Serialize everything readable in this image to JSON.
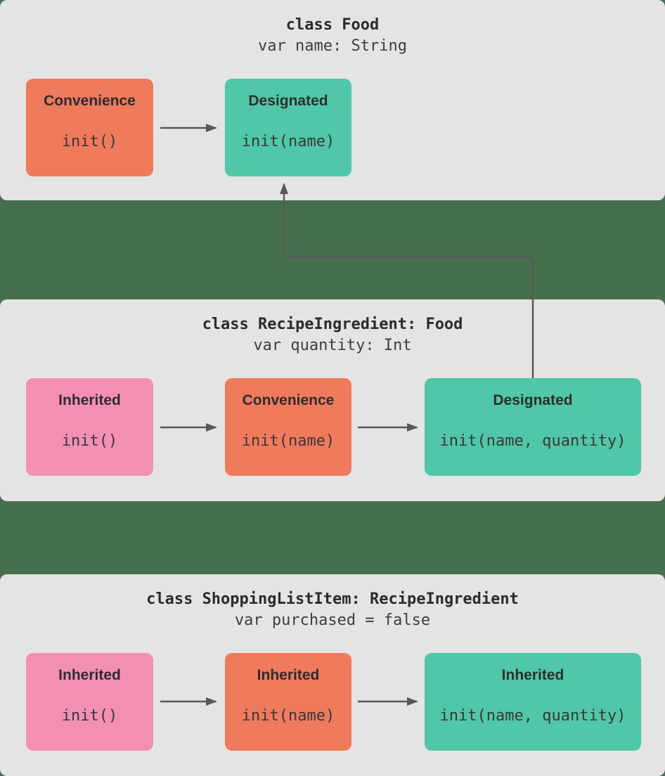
{
  "colors": {
    "background": "#46704D",
    "panel": "#E5E4E4",
    "arrow": "#58585A",
    "convenience_box": "#F07A5C",
    "designated_box": "#50C7A7",
    "inherited_box": "#F48FB4",
    "heading_text": "#2B2B2D",
    "code_text": "#38383B"
  },
  "panels": [
    {
      "class_declaration": "class Food",
      "property_declaration": "var name: String",
      "boxes": [
        {
          "title": "Convenience",
          "code": "init()",
          "color_role": "convenience"
        },
        {
          "title": "Designated",
          "code": "init(name)",
          "color_role": "designated"
        }
      ]
    },
    {
      "class_declaration": "class RecipeIngredient: Food",
      "property_declaration": "var quantity: Int",
      "boxes": [
        {
          "title": "Inherited",
          "code": "init()",
          "color_role": "inherited"
        },
        {
          "title": "Convenience",
          "code": "init(name)",
          "color_role": "convenience"
        },
        {
          "title": "Designated",
          "code": "init(name, quantity)",
          "color_role": "designated"
        }
      ]
    },
    {
      "class_declaration": "class ShoppingListItem: RecipeIngredient",
      "property_declaration": "var purchased = false",
      "boxes": [
        {
          "title": "Inherited",
          "code": "init()",
          "color_role": "inherited"
        },
        {
          "title": "Inherited",
          "code": "init(name)",
          "color_role": "convenience"
        },
        {
          "title": "Inherited",
          "code": "init(name, quantity)",
          "color_role": "designated"
        }
      ]
    }
  ],
  "connectors": [
    {
      "from": "Food convenience init()",
      "to": "Food designated init(name)",
      "shape": "straight-right"
    },
    {
      "from": "RecipeIngredient inherited init()",
      "to": "RecipeIngredient convenience init(name)",
      "shape": "straight-right"
    },
    {
      "from": "RecipeIngredient convenience init(name)",
      "to": "RecipeIngredient designated init(name, quantity)",
      "shape": "straight-right"
    },
    {
      "from": "RecipeIngredient designated init(name, quantity)",
      "to": "Food designated init(name)",
      "shape": "elbow-up"
    },
    {
      "from": "ShoppingListItem inherited init()",
      "to": "ShoppingListItem inherited init(name)",
      "shape": "straight-right"
    },
    {
      "from": "ShoppingListItem inherited init(name)",
      "to": "ShoppingListItem inherited init(name, quantity)",
      "shape": "straight-right"
    }
  ]
}
